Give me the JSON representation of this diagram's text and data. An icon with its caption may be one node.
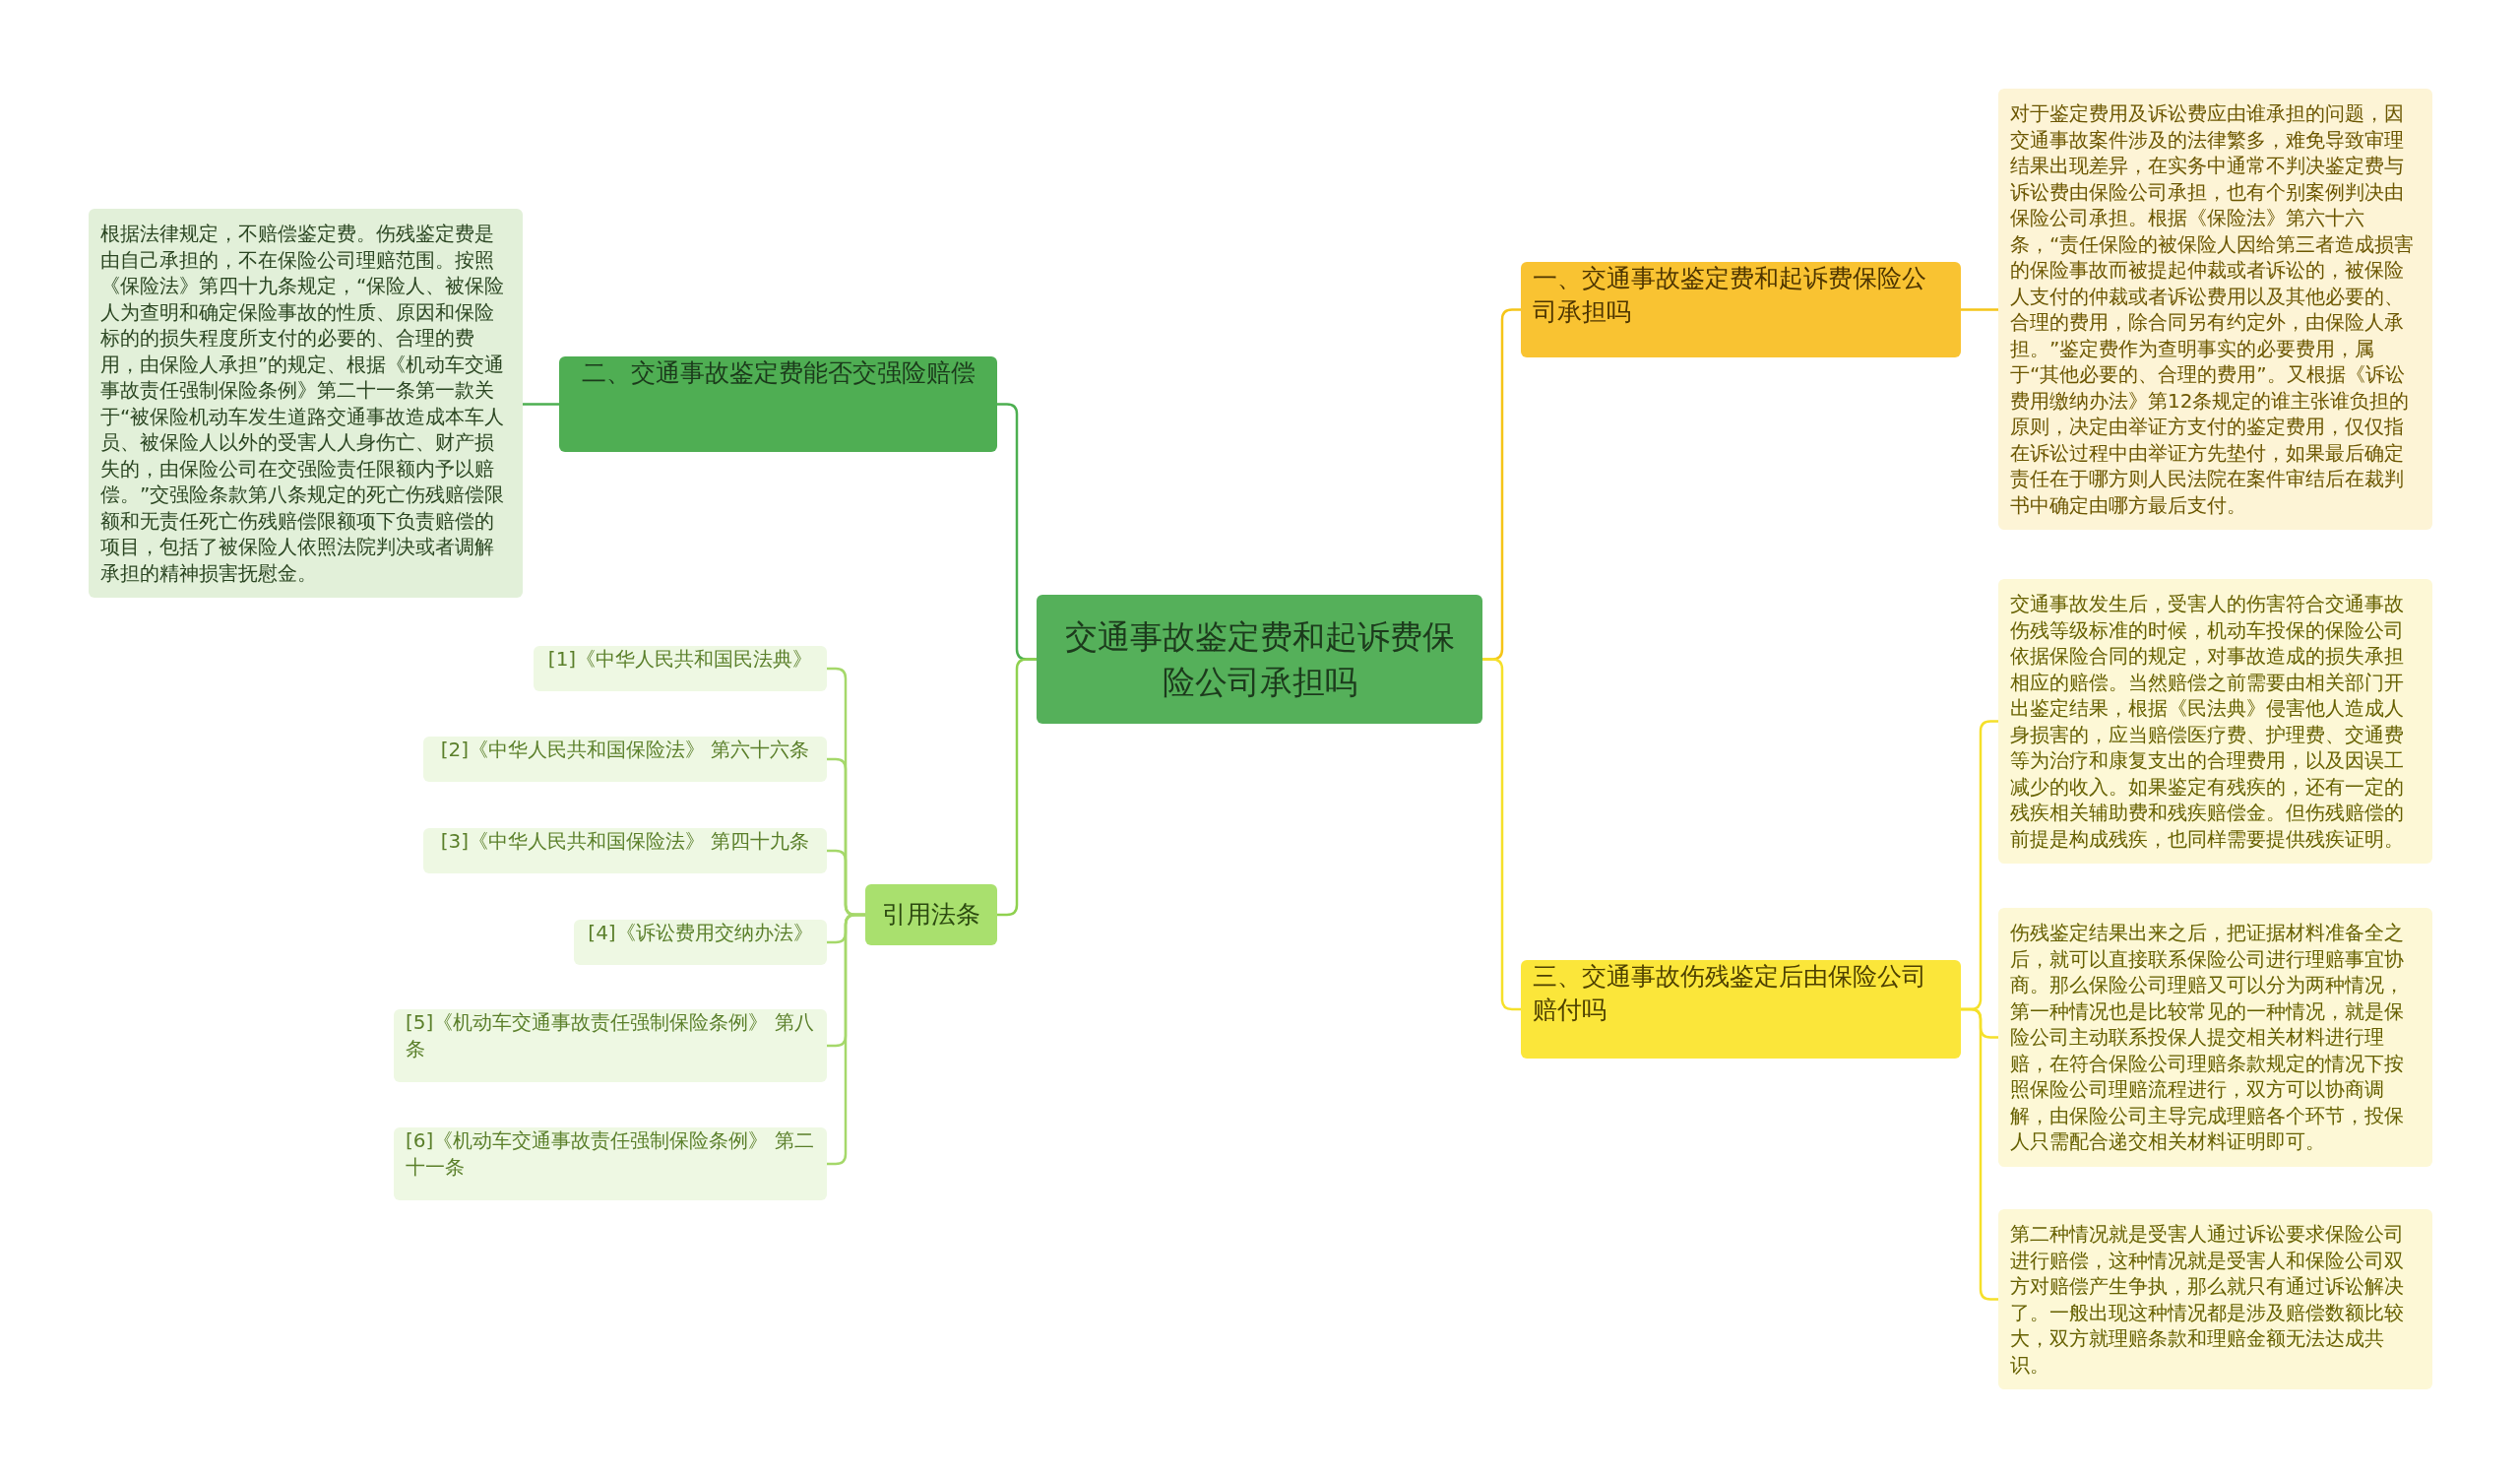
{
  "diagram": {
    "nodes": [
      {
        "text": [
          "交通事故鉴定费和起诉费保险公司承担吗"
        ]
      },
      {
        "text": [
          "一、交通事故鉴定费和起诉费保险公司承担吗"
        ]
      },
      {
        "text": [
          "对于鉴定费用及诉讼费应由谁承担的问题，因交通事故案件涉及的法律繁多，难免导致审理结果出现差异，在实务中通常不判决鉴定费与诉讼费由保险公司承担，也有个别案例判决由保险公司承担。根据《保险法》第六十六条，“责任保险的被保险人因给第三者造成损害的保险事故而被提起仲裁或者诉讼的，被保险人支付的仲裁或者诉讼费用以及其他必要的、合理的费用，除合同另有约定外，由保险人承担。”鉴定费作为查明事实的必要费用，属于“其他必要的、合理的费用”。又根据《诉讼费用缴纳办法》第12条规定的谁主张谁负担的原则，决定由举证方支付的鉴定费用，仅仅指在诉讼过程中由举证方先垫付，如果最后确定责任在于哪方则人民法院在案件审结后在裁判书中确定由哪方最后支付。"
        ]
      },
      {
        "text": [
          "三、交通事故伤残鉴定后由保险公司赔付吗"
        ]
      },
      {
        "text": [
          "交通事故发生后，受害人的伤害符合交通事故伤残等级标准的时候，机动车投保的保险公司依据保险合同的规定，对事故造成的损失承担相应的赔偿。当然赔偿之前需要由相关部门开出鉴定结果，根据《民法典》侵害他人造成人身损害的，应当赔偿医疗费、护理费、交通费等为治疗和康复支出的合理费用，以及因误工减少的收入。如果鉴定有残疾的，还有一定的残疾相关辅助费和残疾赔偿金。但伤残赔偿的前提是构成残疾，也同样需要提供残疾证明。"
        ]
      },
      {
        "text": [
          "伤残鉴定结果出来之后，把证据材料准备全之后，就可以直接联系保险公司进行理赔事宜协商。那么保险公司理赔又可以分为两种情况，第一种情况也是比较常见的一种情况，就是保险公司主动联系投保人提交相关材料进行理赔，在符合保险公司理赔条款规定的情况下按照保险公司理赔流程进行，双方可以协商调解，由保险公司主导完成理赔各个环节，投保人只需配合递交相关材料证明即可。"
        ]
      },
      {
        "text": [
          "第二种情况就是受害人通过诉讼要求保险公司进行赔偿，这种情况就是受害人和保险公司双方对赔偿产生争执，那么就只有通过诉讼解决了。一般出现这种情况都是涉及赔偿数额比较大，双方就理赔条款和理赔金额无法达成共识。"
        ]
      },
      {
        "text": [
          "二、交通事故鉴定费能否交强险赔偿"
        ]
      },
      {
        "text": [
          "根据法律规定，不赔偿鉴定费。伤残鉴定费是由自己承担的，不在保险公司理赔范围。按照《保险法》第四十九条规定，“保险人、被保险人为查明和确定保险事故的性质、原因和保险标的的损失程度所支付的必要的、合理的费用，由保险人承担”的规定、根据《机动车交通事故责任强制保险条例》第二十一条第一款关于“被保险机动车发生道路交通事故造成本车人员、被保险人以外的受害人人身伤亡、财产损失的，由保险公司在交强险责任限额内予以赔偿。”交强险条款第八条规定的死亡伤残赔偿限额和无责任死亡伤残赔偿限额项下负责赔偿的项目，包括了被保险人依照法院判决或者调解承担的精神损害抚慰金。"
        ]
      },
      {
        "text": [
          "引用法条"
        ]
      },
      {
        "text": [
          "[1]《中华人民共和国民法典》"
        ]
      },
      {
        "text": [
          "[2]《中华人民共和国保险法》 第六十六条"
        ]
      },
      {
        "text": [
          "[3]《中华人民共和国保险法》 第四十九条"
        ]
      },
      {
        "text": [
          "[4]《诉讼费用交纳办法》"
        ]
      },
      {
        "text": [
          "[5]《机动车交通事故责任强制保险条例》 第八条"
        ]
      },
      {
        "text": [
          "[6]《机动车交通事故责任强制保险条例》 第二十一条"
        ]
      }
    ],
    "edges": [
      {
        "from": 0,
        "to": 1,
        "arrow": "none",
        "color": "#f5c518"
      },
      {
        "from": 1,
        "to": 2,
        "arrow": "none",
        "color": "#f5c518"
      },
      {
        "from": 0,
        "to": 3,
        "arrow": "none",
        "color": "#f5e02a"
      },
      {
        "from": 3,
        "to": 4,
        "arrow": "none",
        "color": "#f5e02a"
      },
      {
        "from": 3,
        "to": 5,
        "arrow": "none",
        "color": "#f5e02a"
      },
      {
        "from": 3,
        "to": 6,
        "arrow": "none",
        "color": "#f5e02a"
      },
      {
        "from": 0,
        "to": 7,
        "arrow": "none",
        "color": "#4caf50"
      },
      {
        "from": 7,
        "to": 8,
        "arrow": "none",
        "color": "#4caf50"
      },
      {
        "from": 0,
        "to": 9,
        "arrow": "none",
        "color": "#8fd14f"
      },
      {
        "from": 9,
        "to": 10,
        "arrow": "none",
        "color": "#a5d86a"
      },
      {
        "from": 9,
        "to": 11,
        "arrow": "none",
        "color": "#a5d86a"
      },
      {
        "from": 9,
        "to": 12,
        "arrow": "none",
        "color": "#a5d86a"
      },
      {
        "from": 9,
        "to": 13,
        "arrow": "none",
        "color": "#a5d86a"
      },
      {
        "from": 9,
        "to": 14,
        "arrow": "none",
        "color": "#a5d86a"
      },
      {
        "from": 9,
        "to": 15,
        "arrow": "none",
        "color": "#a5d86a"
      }
    ]
  }
}
